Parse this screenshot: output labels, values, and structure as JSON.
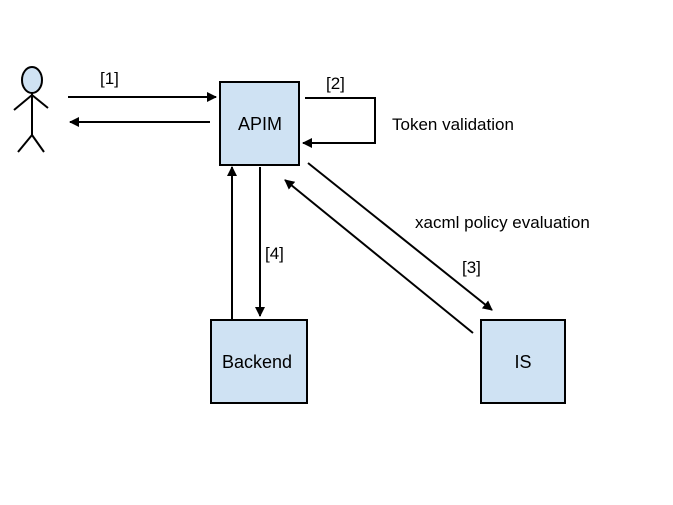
{
  "nodes": {
    "apim": "APIM",
    "backend": "Backend",
    "is": "IS"
  },
  "edge_labels": {
    "step1": "[1]",
    "step2": "[2]",
    "step3": "[3]",
    "step4": "[4]",
    "token_validation": "Token validation",
    "xacml_policy_evaluation": "xacml policy evaluation"
  },
  "colors": {
    "box_fill": "#cfe2f3",
    "actor_fill": "#cfe2f3",
    "stroke": "#000000"
  }
}
